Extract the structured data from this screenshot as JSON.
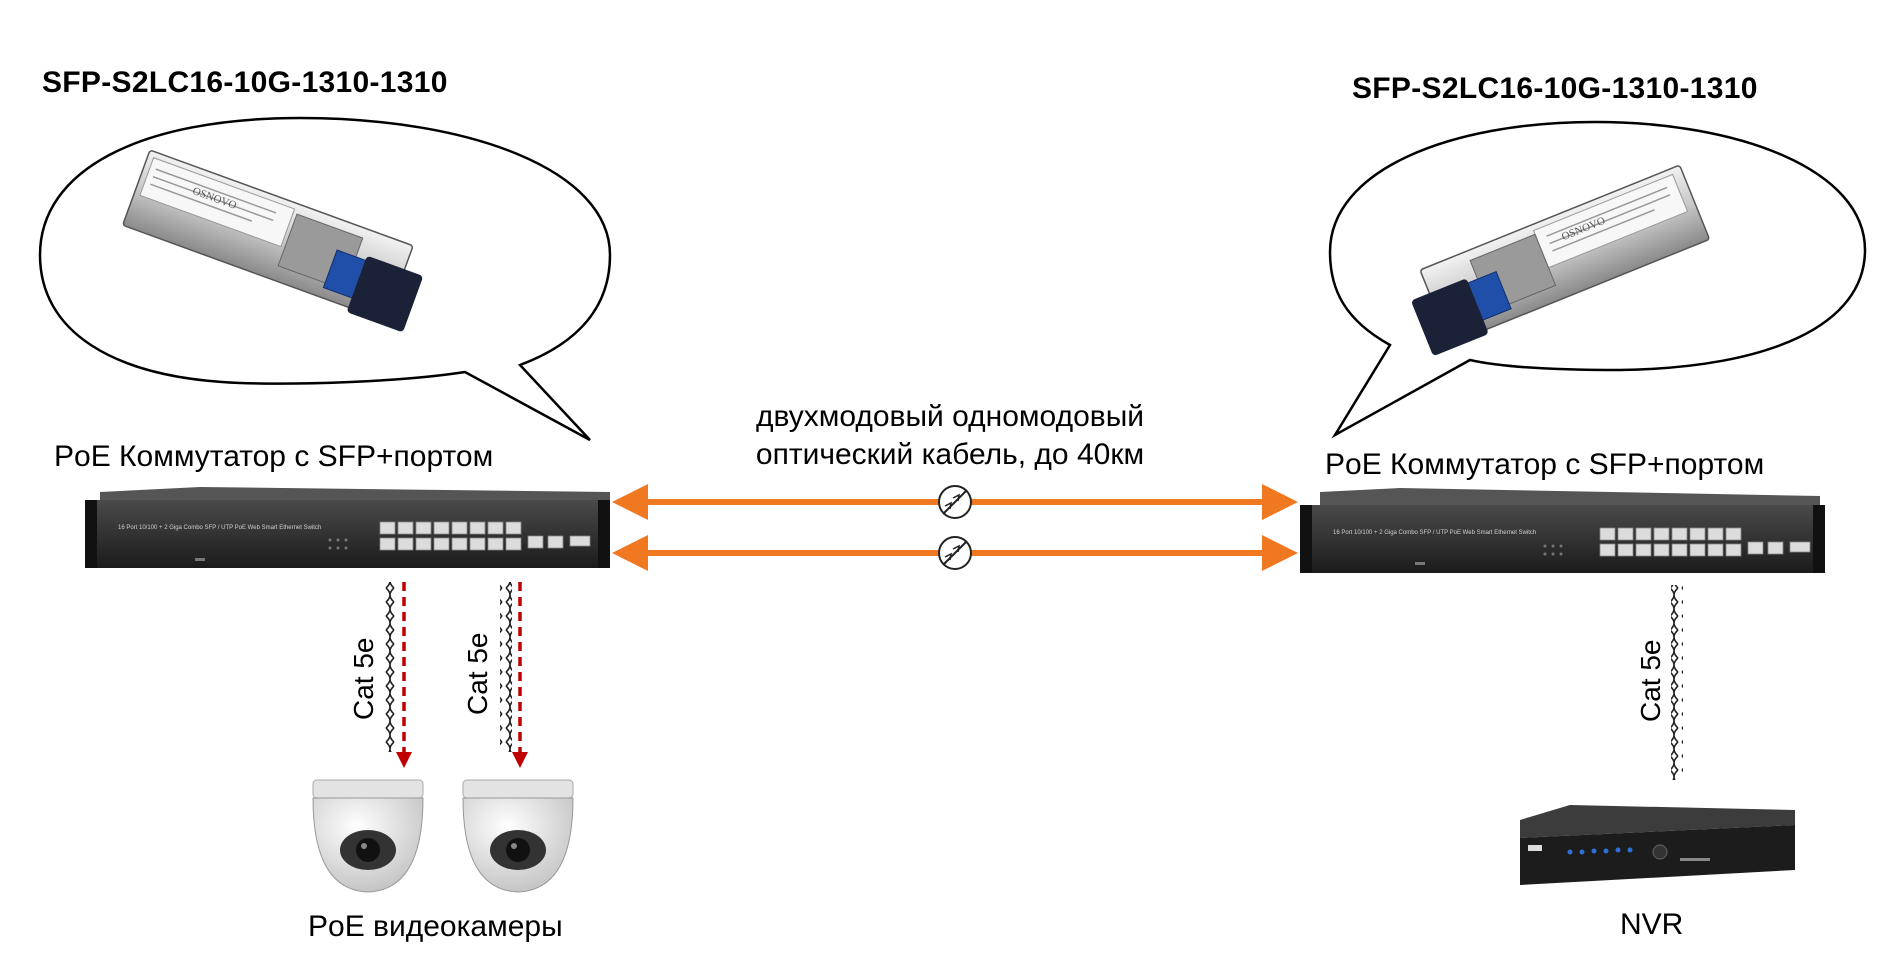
{
  "left": {
    "module_title": "SFP-S2LC16-10G-1310-1310",
    "switch_label": "PoE Коммутатор с SFP+портом",
    "cable_labels": [
      "Cat 5e",
      "Cat 5e"
    ],
    "cameras_label": "PoE видеокамеры",
    "module_brand": "OSNOVO",
    "switch_faceplate": "16 Port 10/100 + 2 Giga Combo SFP / UTP PoE Web Smart Ethernet Switch"
  },
  "right": {
    "module_title": "SFP-S2LC16-10G-1310-1310",
    "switch_label": "PoE Коммутатор с SFP+портом",
    "cable_label": "Cat 5e",
    "nvr_label": "NVR",
    "module_brand": "OSNOVO",
    "switch_faceplate": "16 Port 10/100 + 2 Giga Combo SFP / UTP PoE Web Smart Ethernet Switch"
  },
  "link": {
    "line1": "двухмодовый одномодовый",
    "line2": "оптический кабель, до 40км"
  },
  "colors": {
    "fiber": "#f07820",
    "flow_arrow": "#c00000",
    "switch_body": "#2a2a2a",
    "sfp_blue": "#1f4fa8"
  }
}
